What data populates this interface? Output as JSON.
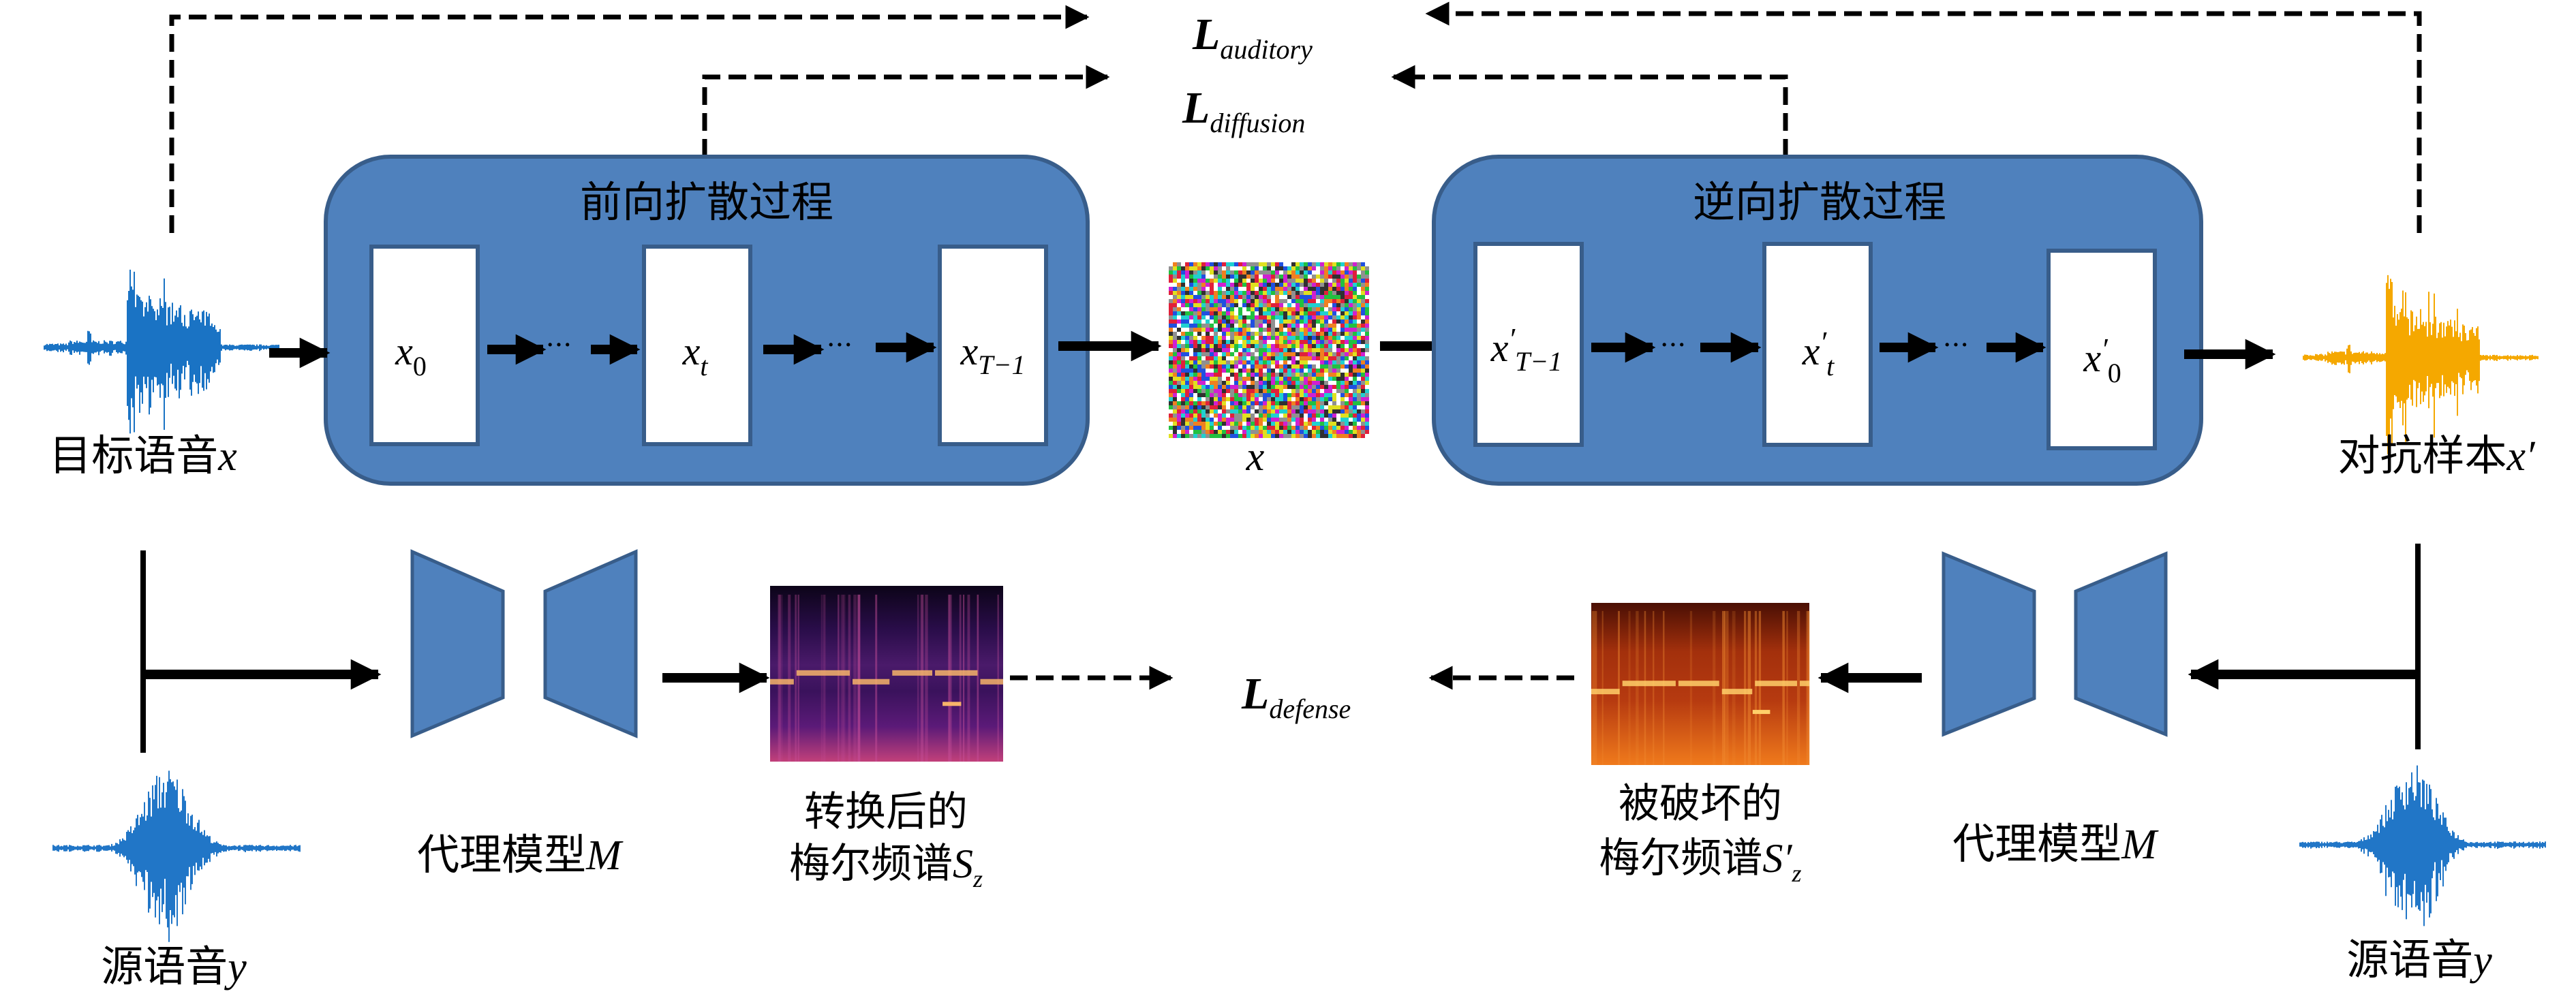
{
  "colors": {
    "process_box_fill": "#4f81bd",
    "process_box_stroke": "#385d8a",
    "target_wave": "#1a73c4",
    "adversarial_wave": "#f5a800",
    "source_wave": "#2176c7",
    "arrow": "#000000",
    "state_box_fill": "#ffffff"
  },
  "losses": {
    "auditory": {
      "base": "L",
      "sub": "auditory"
    },
    "diffusion": {
      "base": "L",
      "sub": "diffusion"
    },
    "defense": {
      "base": "L",
      "sub": "defense"
    }
  },
  "forward_process": {
    "title": "前向扩散过程",
    "states": [
      {
        "base": "x",
        "sub": "0",
        "prime": ""
      },
      {
        "base": "x",
        "sub": "t",
        "prime": ""
      },
      {
        "base": "x",
        "sub": "T−1",
        "prime": ""
      }
    ],
    "ellipsis": "···"
  },
  "reverse_process": {
    "title": "逆向扩散过程",
    "states": [
      {
        "base": "x",
        "sub": "T−1",
        "prime": "′"
      },
      {
        "base": "x",
        "sub": "t",
        "prime": "′"
      },
      {
        "base": "x",
        "sub": "0",
        "prime": "′"
      }
    ],
    "ellipsis": "···"
  },
  "noise": {
    "label": "x"
  },
  "target_speech": {
    "label_cn": "目标语音",
    "label_var": "x"
  },
  "adversarial_sample": {
    "label_cn": "对抗样本",
    "label_var": "x′"
  },
  "source_speech_left": {
    "label_cn": "源语音",
    "label_var": "y"
  },
  "source_speech_right": {
    "label_cn": "源语音",
    "label_var": "y"
  },
  "proxy_model_left": {
    "label_cn": "代理模型",
    "label_var": "M"
  },
  "proxy_model_right": {
    "label_cn": "代理模型",
    "label_var": "M"
  },
  "converted_mel": {
    "line1": "转换后的",
    "line2_cn": "梅尔频谱",
    "var": "S",
    "sub": "z",
    "prime": ""
  },
  "corrupted_mel": {
    "line1": "被破坏的",
    "line2_cn": "梅尔频谱",
    "var": "S",
    "sub": "z",
    "prime": "′"
  }
}
